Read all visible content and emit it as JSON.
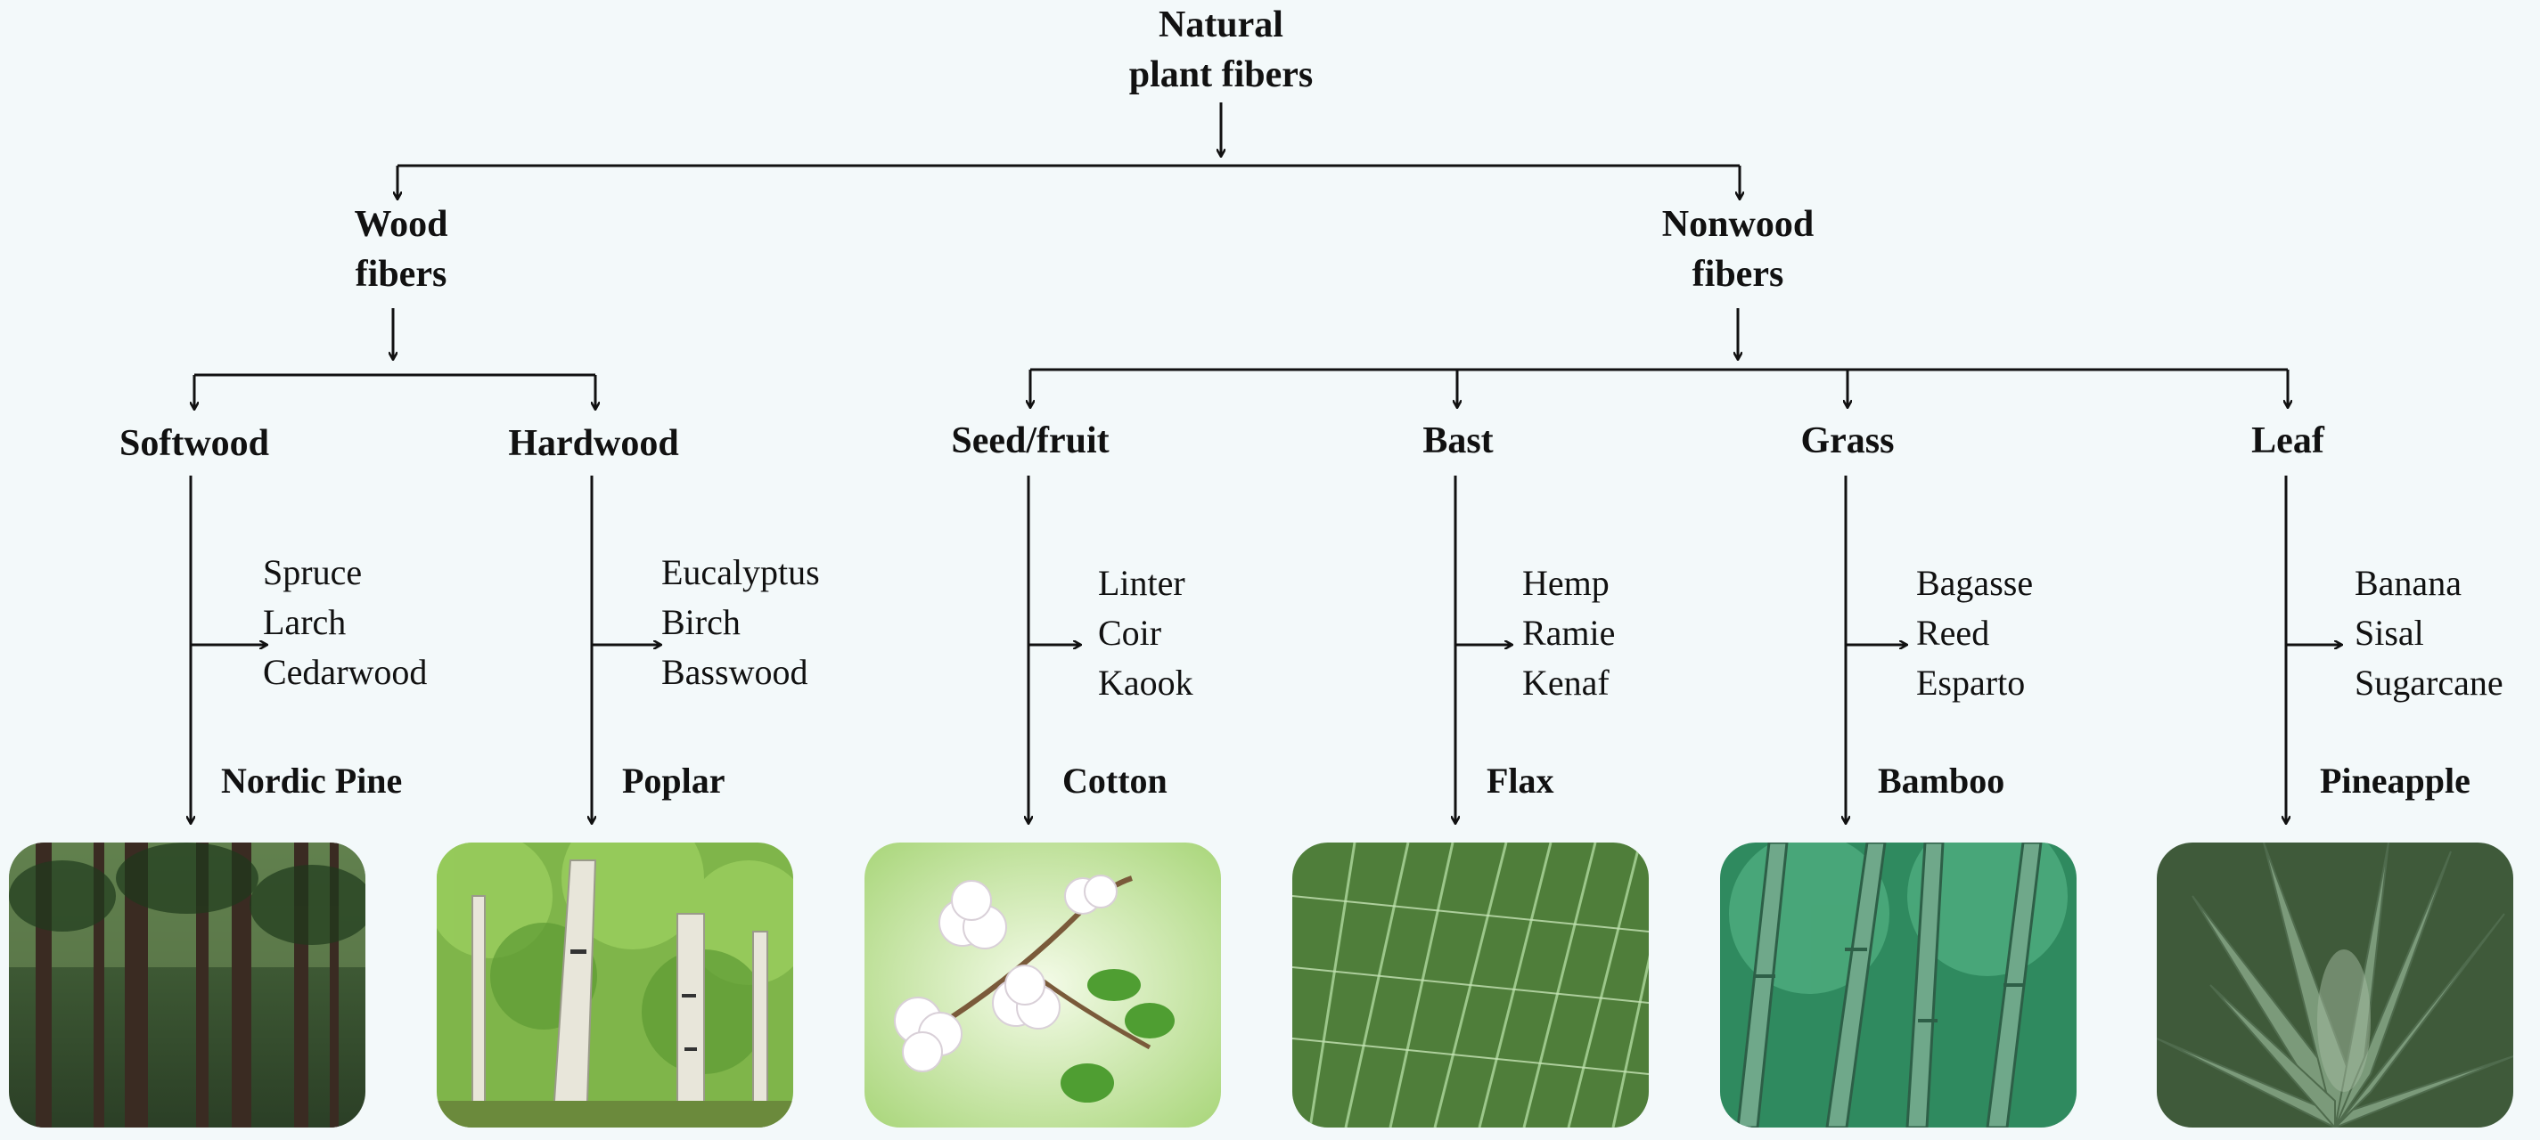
{
  "root": [
    "Natural",
    "plant fibers"
  ],
  "wood": {
    "title": [
      "Wood",
      "fibers"
    ],
    "softwood": {
      "label": "Softwood",
      "examples": [
        "Spruce",
        "Larch",
        "Cedarwood"
      ],
      "representative": "Nordic Pine",
      "image_icon": "pine-forest"
    },
    "hardwood": {
      "label": "Hardwood",
      "examples": [
        "Eucalyptus",
        "Birch",
        "Basswood"
      ],
      "representative": "Poplar",
      "image_icon": "poplar-grove"
    }
  },
  "nonwood": {
    "title": [
      "Nonwood",
      "fibers"
    ],
    "seed": {
      "label": "Seed/fruit",
      "examples": [
        "Linter",
        "Coir",
        "Kaook"
      ],
      "representative": "Cotton",
      "image_icon": "cotton-branch"
    },
    "bast": {
      "label": "Bast",
      "examples": [
        "Hemp",
        "Ramie",
        "Kenaf"
      ],
      "representative": "Flax",
      "image_icon": "flax-field"
    },
    "grass": {
      "label": "Grass",
      "examples": [
        "Bagasse",
        "Reed",
        "Esparto"
      ],
      "representative": "Bamboo",
      "image_icon": "bamboo-grove"
    },
    "leaf": {
      "label": "Leaf",
      "examples": [
        "Banana",
        "Sisal",
        "Sugarcane"
      ],
      "representative": "Pineapple",
      "image_icon": "pineapple-leaves"
    }
  },
  "colors": {
    "background": "#f3f9fa",
    "ink": "#111111"
  }
}
